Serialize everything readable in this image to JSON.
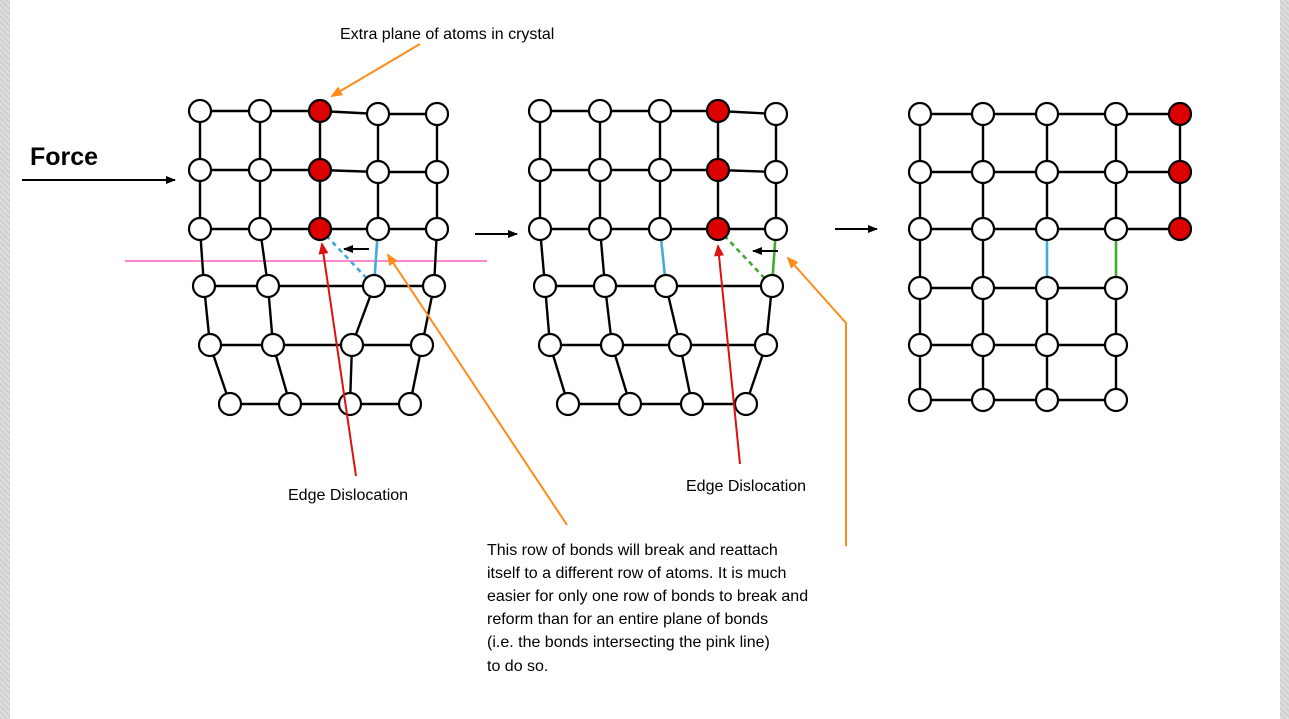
{
  "labels": {
    "extra_plane": "Extra plane of atoms in crystal",
    "force": "Force",
    "edge_dislocation_1": "Edge Dislocation",
    "edge_dislocation_2": "Edge Dislocation",
    "note_lines": [
      "This row of bonds will break and reattach",
      "itself to a different row of atoms. It is much",
      "easier for only one row of bonds to break and",
      "reform than for an entire plane of bonds",
      "(i.e. the bonds intersecting the pink line)",
      "to do so."
    ]
  },
  "colors": {
    "atom_fill": "#ffffff",
    "extra_atom_fill": "#dd0000",
    "bond": "#000000",
    "pink_line": "#ff88cc",
    "blue_bond": "#44aadd",
    "green_bond": "#44aa33",
    "orange_arrow": "#ff8c1a",
    "red_arrow": "#dd1111"
  },
  "icons": {
    "atom": "circle",
    "extra_atom": "filled-red-circle"
  }
}
